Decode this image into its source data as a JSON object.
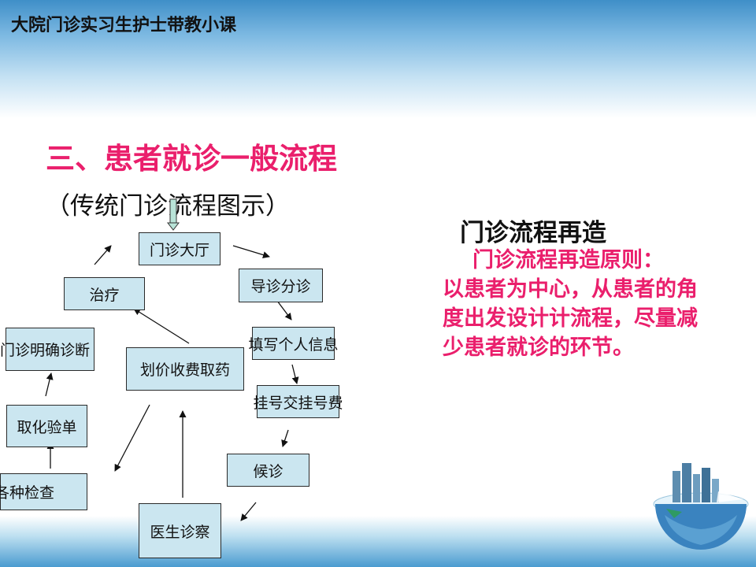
{
  "slide": {
    "title": "大院门诊实习生护士带教小课"
  },
  "section": {
    "heading_main": "三、患者就诊一般流程",
    "heading_sub": "（传统门诊流程图示）"
  },
  "flow": {
    "hall": "门诊大厅",
    "guide": "导诊分诊",
    "info": "填写个人信息",
    "register": "挂号交挂号费",
    "wait": "候诊",
    "doctor": "医生诊察",
    "exams": "各种检查",
    "lab": "取化验单",
    "diagnosis": "门诊明确诊断",
    "pay": "划价收费取药",
    "treatment": "治疗"
  },
  "reengineer": {
    "title": "门诊流程再造",
    "principle": "门诊流程再造原则：",
    "body": "以患者为中心，从患者的角度出发设计计流程，尽量减少患者就诊的环节。"
  },
  "colors": {
    "accent_pink": "#ea1f6c",
    "box_fill": "#cbe6f0",
    "band_blue": "#4a9bd0"
  }
}
